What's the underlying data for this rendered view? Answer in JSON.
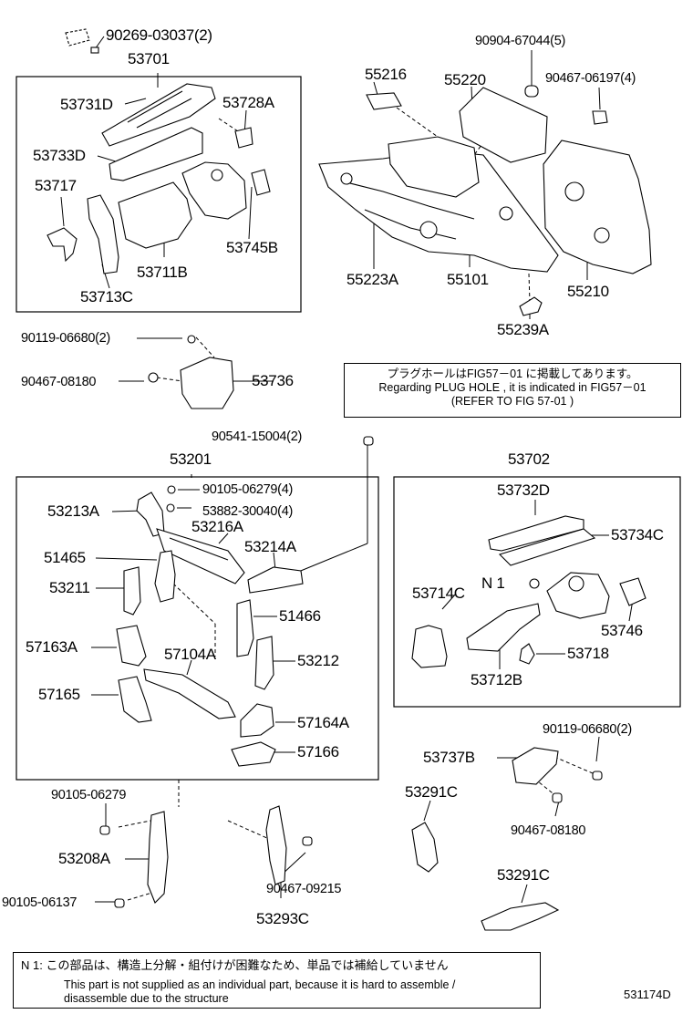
{
  "labels": {
    "p90269": "90269-03037(2)",
    "p53701": "53701",
    "p53731D": "53731D",
    "p53728A": "53728A",
    "p53733D": "53733D",
    "p53717": "53717",
    "p53745B": "53745B",
    "p53711B": "53711B",
    "p53713C": "53713C",
    "p90119a": "90119-06680(2)",
    "p90467a": "90467-08180",
    "p53736": "53736",
    "p90904": "90904-67044(5)",
    "p55216": "55216",
    "p55220": "55220",
    "p90467b": "90467-06197(4)",
    "p55223A": "55223A",
    "p55101": "55101",
    "p55210": "55210",
    "p55239A": "55239A",
    "p90541": "90541-15004(2)",
    "p53201": "53201",
    "p90105a": "90105-06279(4)",
    "p53213A": "53213A",
    "p53882": "53882-30040(4)",
    "p53216A": "53216A",
    "p53214A": "53214A",
    "p51465": "51465",
    "p53211": "53211",
    "p51466": "51466",
    "p57163A": "57163A",
    "p57104A": "57104A",
    "p53212": "53212",
    "p57165": "57165",
    "p57164A": "57164A",
    "p57166": "57166",
    "p90105b": "90105-06279",
    "p53208A": "53208A",
    "p90105c": "90105-06137",
    "p53702": "53702",
    "p53732D": "53732D",
    "p53734C": "53734C",
    "pN1": "N 1",
    "p53714C": "53714C",
    "p53746": "53746",
    "p53718": "53718",
    "p53712B": "53712B",
    "p90119b": "90119-06680(2)",
    "p53737B": "53737B",
    "p53291Ca": "53291C",
    "p90467c": "90467-08180",
    "p53291Cb": "53291C",
    "p90467d": "90467-09215",
    "p53293C": "53293C"
  },
  "note": {
    "jp": "プラグホールはFIG57－01 に掲載してあります。",
    "en": "Regarding  PLUG HOLE , it is indicated  in  FIG57－01",
    "ref": "(REFER TO FIG  57-01   )"
  },
  "footnote": {
    "jp": "N 1:  この部品は、構造上分解・組付けが困難なため、単品では補給していません",
    "en1": "This part is not supplied as an individual part, because it is hard to assemble /",
    "en2": "disassemble due to the structure"
  },
  "figure_code": "531174D"
}
